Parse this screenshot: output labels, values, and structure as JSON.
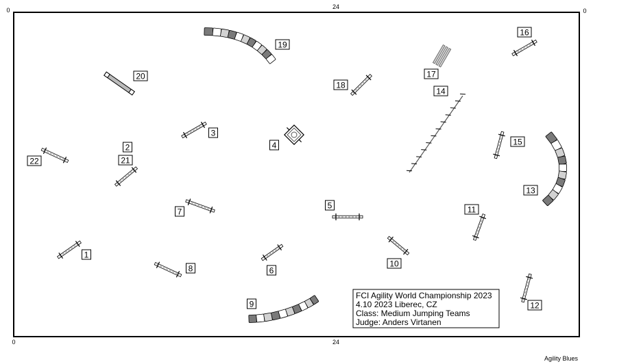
{
  "axis_labels": {
    "top_left": "0",
    "top_mid": "24",
    "top_right": "0",
    "bottom_left": "0",
    "bottom_mid": "24"
  },
  "obstacle_numbers": [
    "1",
    "2",
    "3",
    "4",
    "5",
    "6",
    "7",
    "8",
    "9",
    "10",
    "11",
    "12",
    "13",
    "14",
    "15",
    "16",
    "17",
    "18",
    "19",
    "20",
    "21",
    "22"
  ],
  "info": {
    "line1": "FCI Agility World Championship 2023",
    "line2": "4.10 2023 Liberec, CZ",
    "line3": "Class: Medium Jumping Teams",
    "line4": "Judge: Anders Virtanen"
  },
  "credit": "Agility Blues",
  "colors": {
    "border": "#000000",
    "tunnel_dark": "#7a7a7a",
    "tunnel_light": "#d2d2d2",
    "tunnel_white": "#ffffff",
    "jump_pole": "#9a9a9a"
  }
}
